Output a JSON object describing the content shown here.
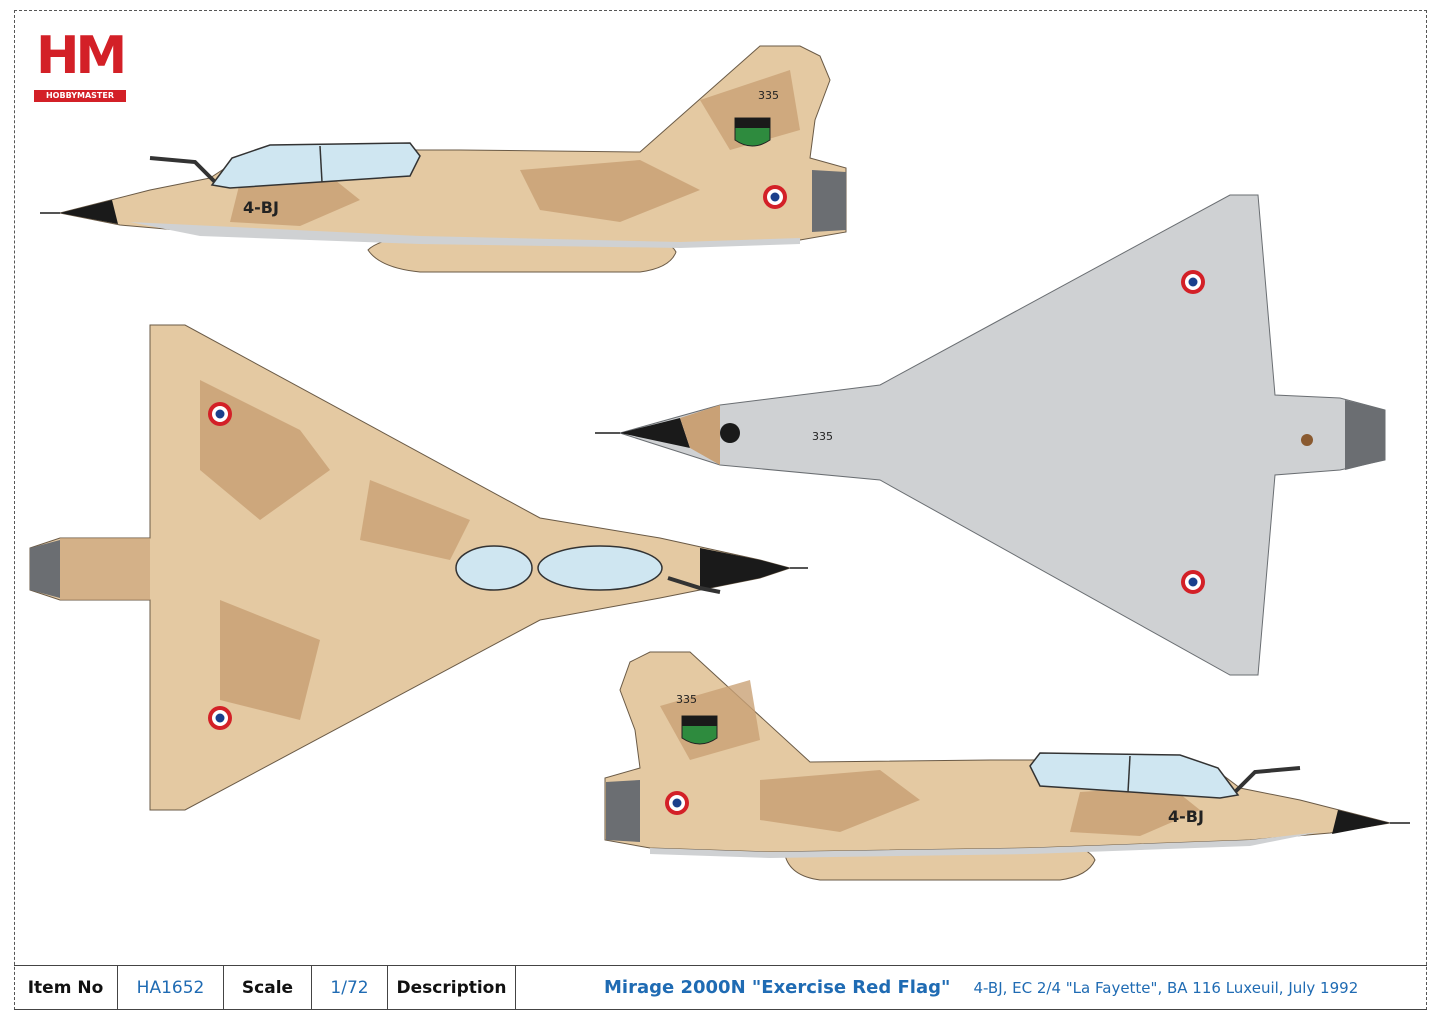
{
  "brand": {
    "logo_letters": "HM",
    "logo_name": "HOBBYMASTER",
    "color": "#d32027"
  },
  "aircraft": {
    "colors": {
      "sand_light": "#e4c9a2",
      "sand_dark": "#c9a176",
      "underside_grey": "#cfd1d3",
      "nose_black": "#1a1a1a",
      "canopy": "#cfe6f1",
      "engine": "#6b6e72",
      "roundel_blue": "#1b3f8b",
      "roundel_red": "#d32027"
    },
    "code_left": "4-BJ",
    "code_right": "4-BJ",
    "tail_number_left": "335",
    "tail_number_right": "335",
    "underside_number": "335"
  },
  "info": {
    "item_no_label": "Item No",
    "item_no_value": "HA1652",
    "scale_label": "Scale",
    "scale_value": "1/72",
    "description_label": "Description",
    "title": "Mirage 2000N \"Exercise Red Flag\"",
    "subtitle": "4-BJ, EC 2/4 \"La Fayette\", BA 116 Luxeuil, July 1992"
  }
}
